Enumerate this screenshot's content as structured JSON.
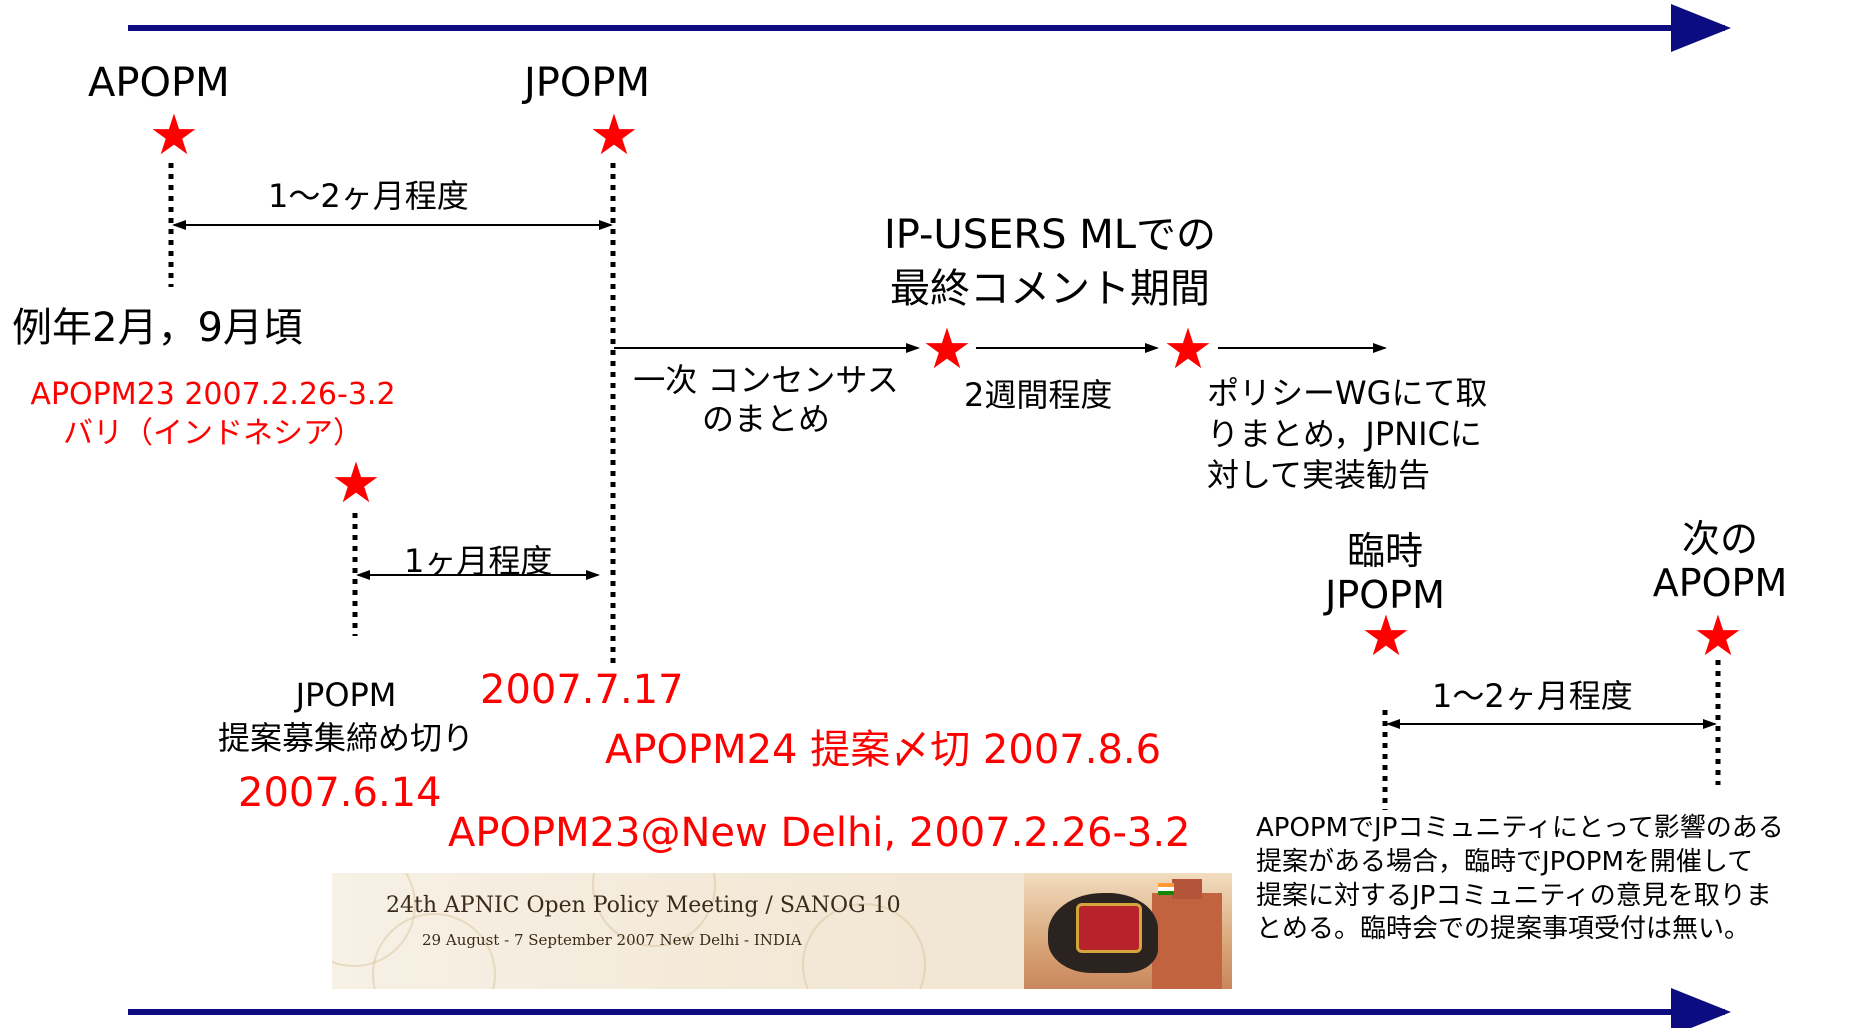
{
  "colors": {
    "arrow": "#0c0c80",
    "accent": "#ff0000",
    "text": "#000000"
  },
  "icons": {
    "milestone": "star-icon"
  },
  "events": {
    "apopm": "APOPM",
    "jpopm": "JPOPM",
    "ml_comment_line1": "IP-USERS MLでの",
    "ml_comment_line2": "最終コメント期間",
    "temp_jpopm_line1": "臨時",
    "temp_jpopm_line2": "JPOPM",
    "next_apopm_line1": "次の",
    "next_apopm_line2": "APOPM"
  },
  "durations": {
    "apopm_to_jpopm": "1〜2ヶ月程度",
    "deadline_to_jpopm": "1ヶ月程度",
    "ml_period": "2週間程度",
    "temp_to_next": "1〜2ヶ月程度"
  },
  "notes": {
    "usual_timing": "例年2月，9月頃",
    "apopm23_line1": "APOPM23 2007.2.26-3.2",
    "apopm23_line2": "バリ（インドネシア）",
    "consensus_line1": "一次 コンセンサス",
    "consensus_line2": "のまとめ",
    "policy_wg_line1": "ポリシーWGにて取",
    "policy_wg_line2": "りまとめ，JPNICに",
    "policy_wg_line3": "対して実装勧告",
    "deadline_line1": "JPOPM",
    "deadline_line2": "提案募集締め切り",
    "deadline_date": "2007.6.14",
    "jpopm_date": "2007.7.17",
    "apopm24_deadline": "APOPM24 提案〆切 2007.8.6",
    "apopm23_newdelhi": "APOPM23@New Delhi, 2007.2.26-3.2",
    "temp_explain_line1": "APOPMでJPコミュニティにとって影響のある",
    "temp_explain_line2": "提案がある場合，臨時でJPOPMを開催して",
    "temp_explain_line3": "提案に対するJPコミュニティの意見を取りま",
    "temp_explain_line4": "とめる。臨時会での提案事項受付は無い。"
  },
  "banner": {
    "title": "24th APNIC Open Policy Meeting / SANOG 10",
    "subtitle": "29 August - 7 September 2007   New Delhi - INDIA"
  }
}
